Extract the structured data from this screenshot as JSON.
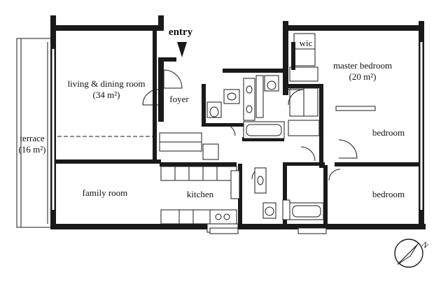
{
  "rooms": {
    "living_dining": {
      "line1": "living & dining room",
      "line2": "(34 m²)"
    },
    "foyer": "foyer",
    "entry": "entry",
    "terrace": {
      "line1": "terrace",
      "line2": "(16 m²)"
    },
    "family_room": "family room",
    "kitchen": "kitchen",
    "master_bedroom": {
      "line1": "master bedroom",
      "line2": "(20 m²)"
    },
    "wic": "wic",
    "bedroom_1": "bedroom",
    "bedroom_2": "bedroom"
  },
  "compass": {
    "north_label": "N"
  },
  "icons": {
    "entry_arrow": "arrow-down-icon",
    "compass": "compass-icon"
  }
}
